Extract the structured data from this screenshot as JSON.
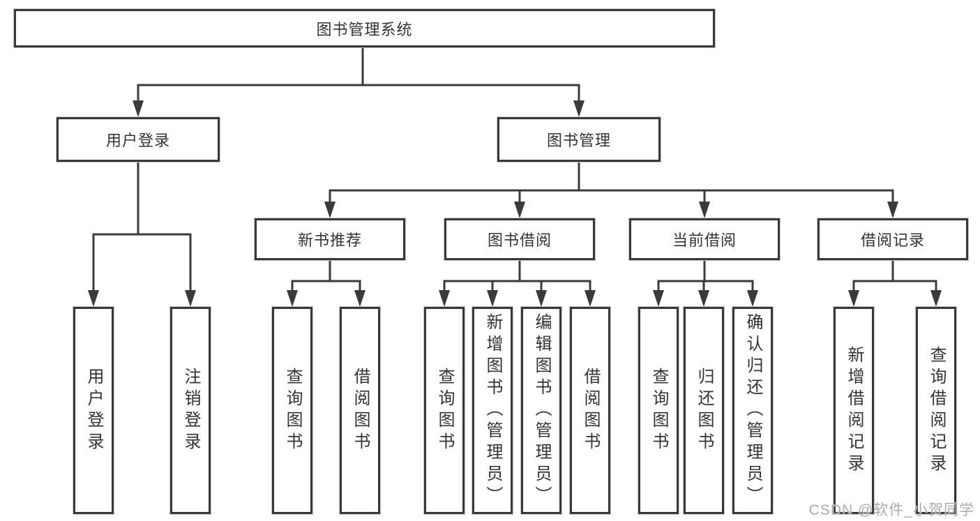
{
  "watermark": {
    "text": "CSDN @软件_小贺同学",
    "color": "#ABABAB"
  },
  "colors": {
    "line": "#3A3A3A",
    "box_border": "#383838",
    "text": "#333333",
    "background": "#FFFFFF"
  },
  "nodes": {
    "root": {
      "label": "图书管理系统"
    },
    "login_group": {
      "label": "用户登录"
    },
    "book_mgmt": {
      "label": "图书管理"
    },
    "new_book_rec": {
      "label": "新书推荐"
    },
    "book_borrow": {
      "label": "图书借阅"
    },
    "current_borrow": {
      "label": "当前借阅"
    },
    "borrow_records": {
      "label": "借阅记录"
    },
    "leaf_user_login": {
      "label": "用户登录"
    },
    "leaf_logout": {
      "label": "注销登录"
    },
    "leaf_query_book_1": {
      "label": "查询图书"
    },
    "leaf_borrow_book_1": {
      "label": "借阅图书"
    },
    "leaf_query_book_2": {
      "label": "查询图书"
    },
    "leaf_add_book": {
      "label": "新增图书（管理员）"
    },
    "leaf_edit_book": {
      "label": "编辑图书（管理员）"
    },
    "leaf_borrow_book_2": {
      "label": "借阅图书"
    },
    "leaf_query_book_3": {
      "label": "查询图书"
    },
    "leaf_return_book": {
      "label": "归还图书"
    },
    "leaf_confirm_return": {
      "label": "确认归还（管理员）"
    },
    "leaf_add_borrow_record": {
      "label": "新增借阅记录"
    },
    "leaf_query_borrow_record": {
      "label": "查询借阅记录"
    }
  },
  "hierarchy": {
    "图书管理系统": {
      "用户登录": [
        "用户登录",
        "注销登录"
      ],
      "图书管理": {
        "新书推荐": [
          "查询图书",
          "借阅图书"
        ],
        "图书借阅": [
          "查询图书",
          "新增图书（管理员）",
          "编辑图书（管理员）",
          "借阅图书"
        ],
        "当前借阅": [
          "查询图书",
          "归还图书",
          "确认归还（管理员）"
        ],
        "借阅记录": [
          "新增借阅记录",
          "查询借阅记录"
        ]
      }
    }
  }
}
